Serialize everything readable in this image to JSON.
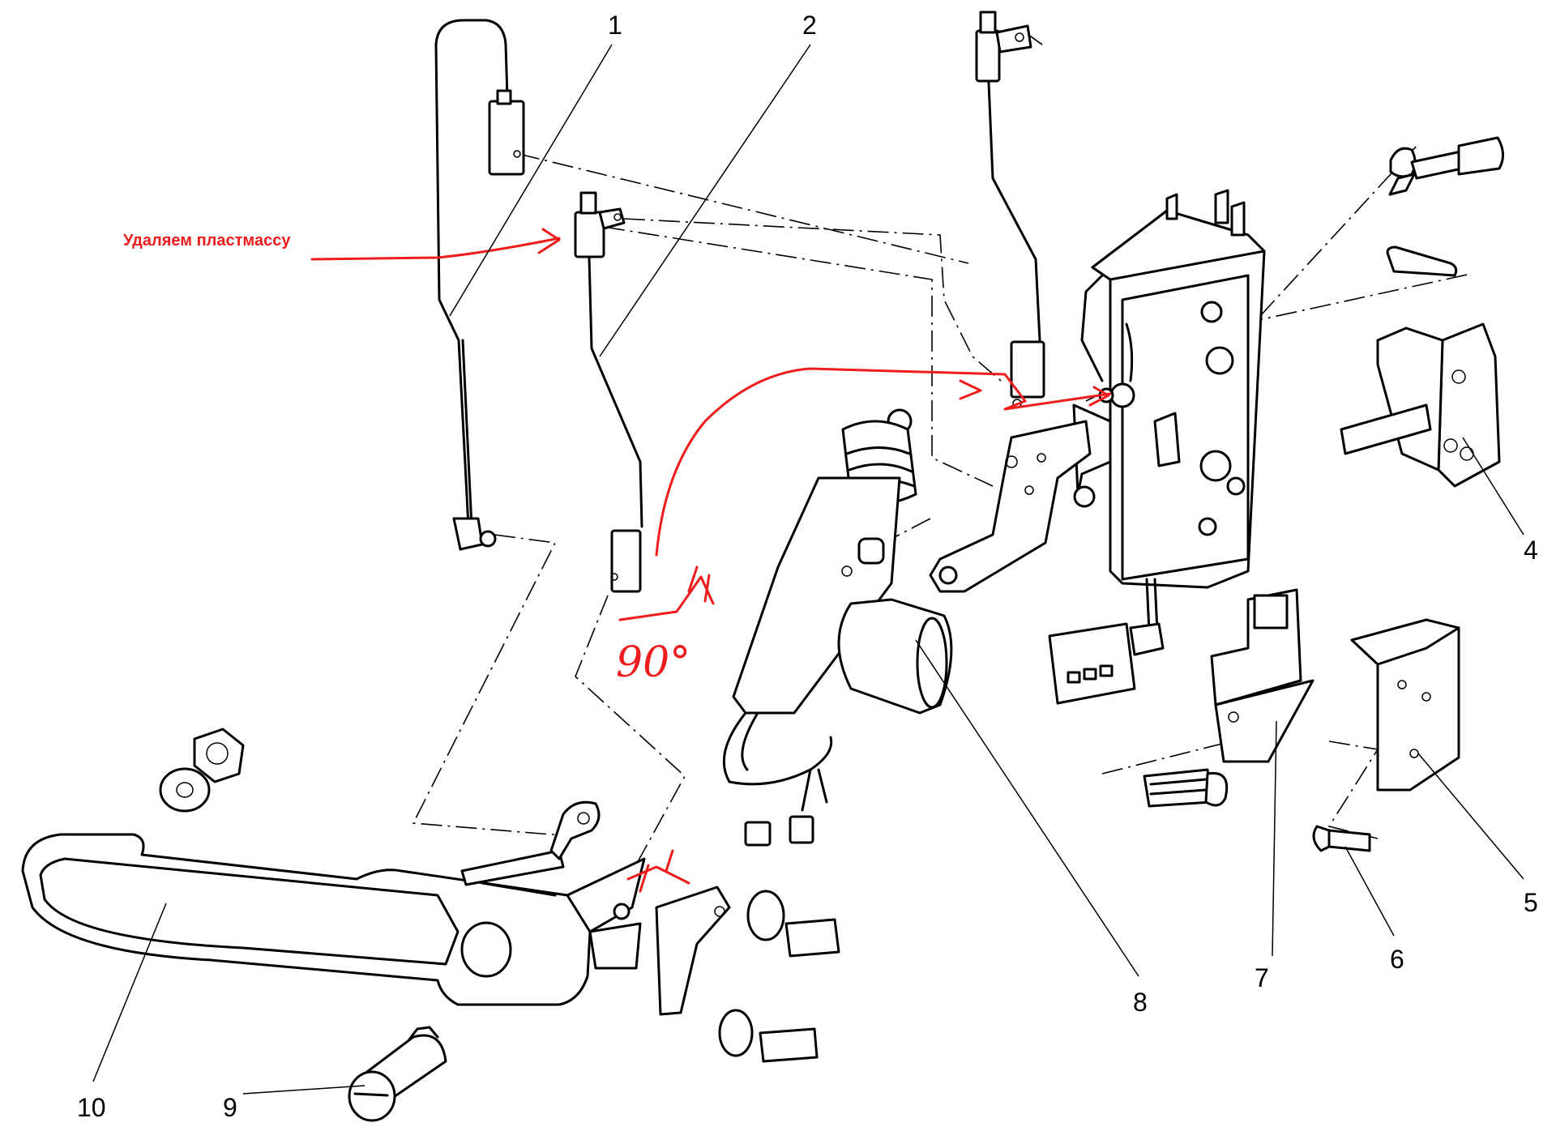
{
  "figure": {
    "annotation": "Удаляем пластмассу",
    "angle_mark": "90°",
    "callouts": [
      "1",
      "2",
      "4",
      "5",
      "6",
      "7",
      "8",
      "9",
      "10"
    ],
    "colors": {
      "linework": "#000000",
      "annotation": "#ee1c1c",
      "background": "#ffffff"
    }
  }
}
